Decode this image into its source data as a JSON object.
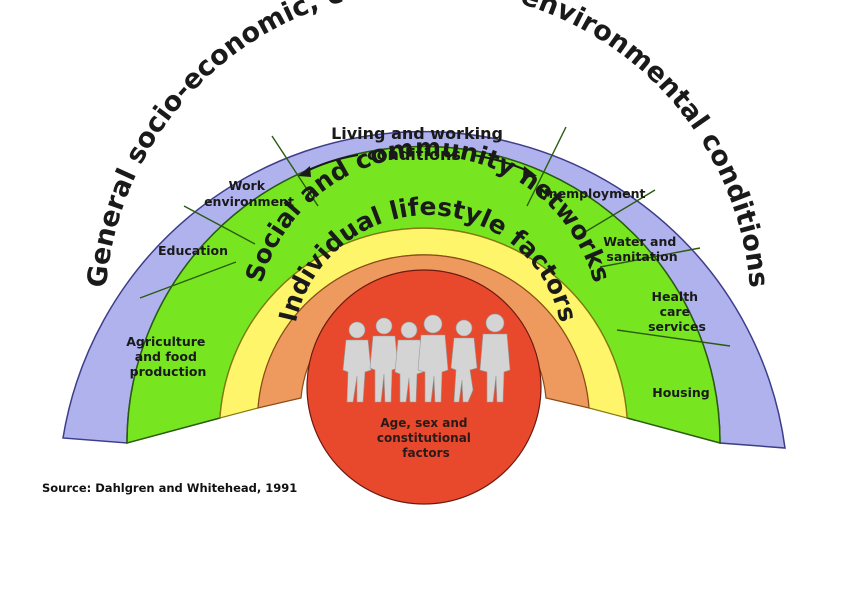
{
  "diagram": {
    "outer_layer": "General socio-economic, cultural and environmental conditions",
    "living_working": {
      "line1": "Living and working",
      "line2": "conditions"
    },
    "social_layer": "Social and community networks",
    "lifestyle_layer": "Individual lifestyle factors",
    "core": {
      "line1": "Age, sex and",
      "line2": "constitutional",
      "line3": "factors"
    },
    "segments_left": {
      "agriculture": [
        "Agriculture",
        "and food",
        "production"
      ],
      "education": [
        "Education"
      ],
      "work": [
        "Work",
        "environment"
      ]
    },
    "segments_right": {
      "unemployment": [
        "Unemployment"
      ],
      "water": [
        "Water and",
        "sanitation"
      ],
      "health": [
        "Health",
        "care",
        "services"
      ],
      "housing": [
        "Housing"
      ]
    },
    "colors": {
      "outer": "#b0b2ee",
      "green": "#77e620",
      "yellow": "#fff56a",
      "orange": "#ee9a5e",
      "red": "#e8492c",
      "figures": "#d4d4d4"
    }
  },
  "source": "Source: Dahlgren and Whitehead, 1991"
}
